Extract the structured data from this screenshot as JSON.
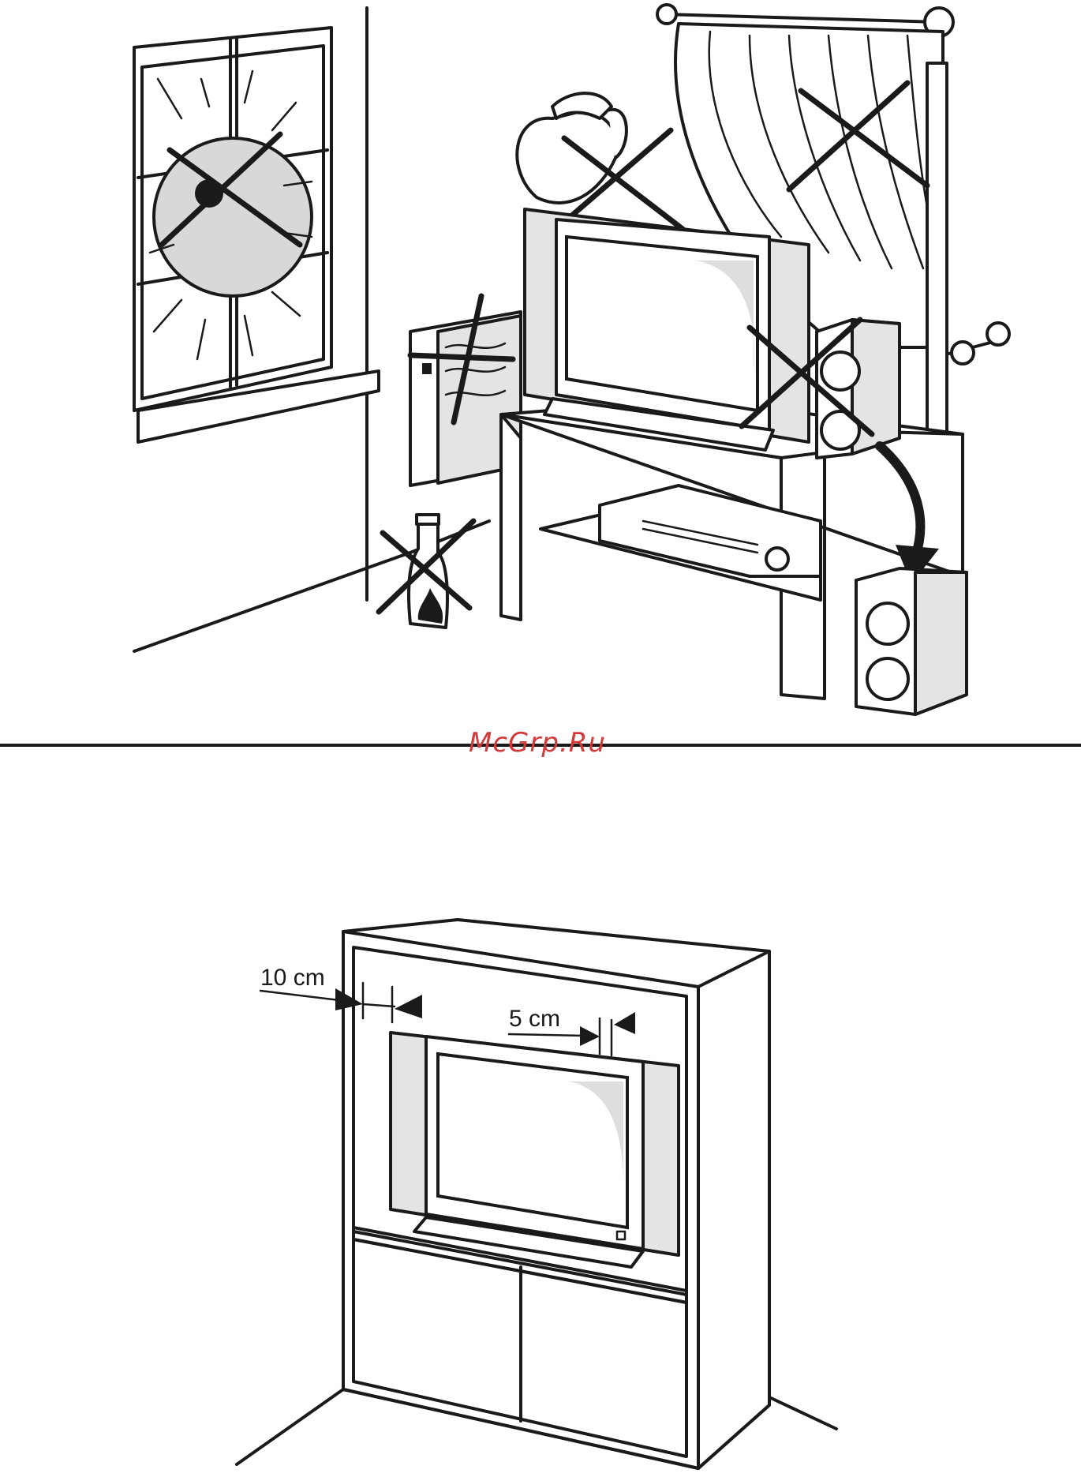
{
  "watermark": {
    "text": "McGrp.Ru",
    "color": "#d23a3a"
  },
  "figure_bottom": {
    "label_left": "10 cm",
    "label_right": "5 cm"
  },
  "icons": [
    "sun-window-icon",
    "water-jug-icon",
    "curtain-icon",
    "heater-icon",
    "speaker-icon",
    "flammable-bottle-icon",
    "cross-mark-icon",
    "arrow-icon"
  ]
}
